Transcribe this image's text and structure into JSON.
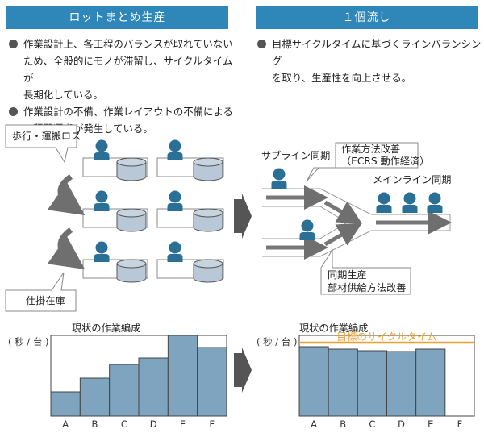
{
  "left": {
    "header": "ロットまとめ生産",
    "bullets": [
      [
        "作業設計上、各工程のバランスが取れていない",
        "ため、全般的にモノが滞留し、サイクルタイムが",
        "長期化している。"
      ],
      [
        "作業設計の不備、作業レイアウトの不備による",
        "工程間運搬が発生している。"
      ]
    ],
    "callout_walk": "歩行・運搬ロス",
    "callout_wip": "仕掛在庫",
    "chart_title": "現状の作業編成",
    "y_unit": "( 秒 / 台 )"
  },
  "right": {
    "header": "１個流し",
    "bullets": [
      [
        "目標サイクルタイムに基づくラインバランシング",
        "を取り、生産性を向上させる。"
      ]
    ],
    "sub_line_sync": "サブライン同期",
    "method_improve": [
      "作業方法改善",
      "（ECRS 動作経済）"
    ],
    "main_line_sync": "メインライン同期",
    "sync_production": [
      "同期生産",
      "部材供給方法改善"
    ],
    "chart_title": "現状の作業編成",
    "y_unit": "( 秒 / 台 )",
    "target_label": "目標のサイクルタイム"
  },
  "colors": {
    "header_bg": "#2f86b8",
    "worker": "#2a6f95",
    "bar_fill": "#7fa4c0",
    "arrow_gray": "#777777",
    "target_line": "#f0a030"
  },
  "chart_data": [
    {
      "type": "bar",
      "title": "現状の作業編成",
      "ylabel": "( 秒 / 台 )",
      "categories": [
        "A",
        "B",
        "C",
        "D",
        "E",
        "F"
      ],
      "values": [
        30,
        47,
        64,
        72,
        100,
        85
      ],
      "ylim": [
        0,
        100
      ]
    },
    {
      "type": "bar",
      "title": "現状の作業編成",
      "ylabel": "( 秒 / 台 )",
      "categories": [
        "A",
        "B",
        "C",
        "D",
        "E",
        "F"
      ],
      "values": [
        86,
        83,
        81,
        80,
        83,
        0
      ],
      "ylim": [
        0,
        100
      ],
      "annotations": [
        {
          "text": "目標のサイクルタイム",
          "y": 91
        }
      ]
    }
  ]
}
